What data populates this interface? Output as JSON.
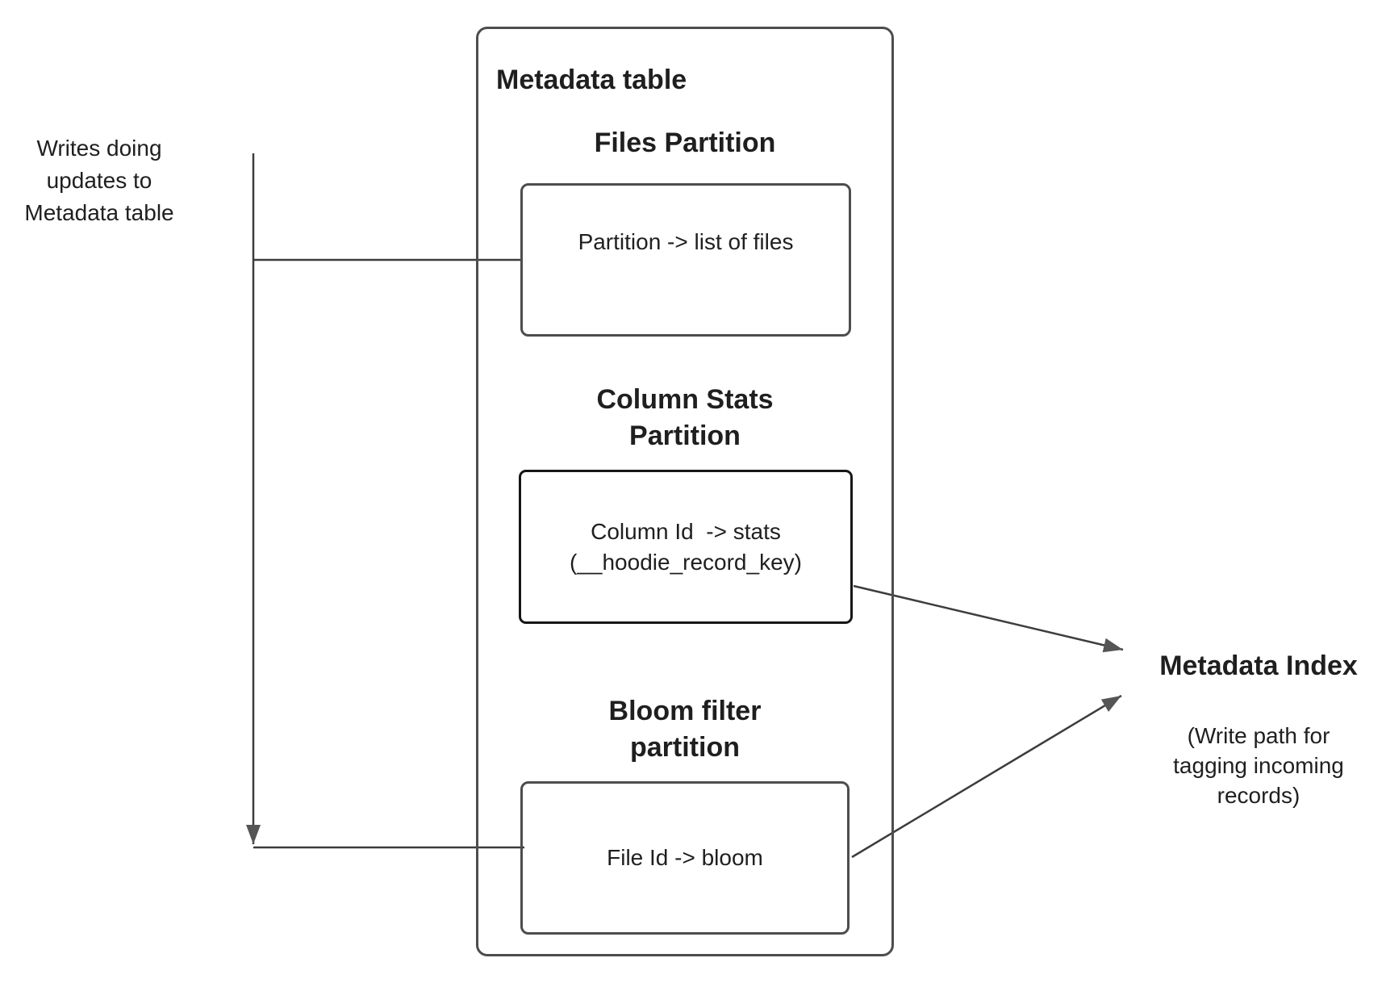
{
  "colors": {
    "canvas-bg": "#ffffff",
    "text": "#1f1f1f",
    "connector": "#3d3d3d",
    "arrowhead": "#555555",
    "box-border": "#4d4d4d",
    "emphasis-border": "#161616"
  },
  "writes_note": {
    "label": "Writes doing\nupdates to\nMetadata table"
  },
  "metadata_table": {
    "title": "Metadata table",
    "sections": [
      {
        "heading": "Files Partition",
        "box_label": "Partition -> list of files"
      },
      {
        "heading": "Column Stats\nPartition",
        "box_label": "Column Id  -> stats\n(__hoodie_record_key)"
      },
      {
        "heading": "Bloom filter\npartition",
        "box_label": "File Id -> bloom"
      }
    ]
  },
  "metadata_index": {
    "title": "Metadata Index",
    "subtitle": "(Write path for\ntagging incoming\nrecords)"
  }
}
